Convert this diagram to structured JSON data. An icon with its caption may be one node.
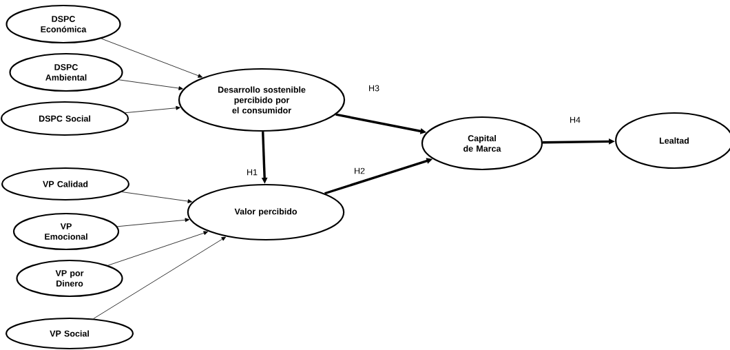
{
  "diagram": {
    "nodes": [
      {
        "text": [
          "DSPC Económica"
        ]
      },
      {
        "text": [
          "DSPC Ambiental"
        ]
      },
      {
        "text": [
          "DSPC Social"
        ]
      },
      {
        "text": [
          "Desarrollo sostenible percibido por el consumidor"
        ]
      },
      {
        "text": [
          "VP Calidad"
        ]
      },
      {
        "text": [
          "VP Emocional"
        ]
      },
      {
        "text": [
          "VP por Dinero"
        ]
      },
      {
        "text": [
          "VP Social"
        ]
      },
      {
        "text": [
          "Valor percibido"
        ]
      },
      {
        "text": [
          "Capital de Marca"
        ]
      },
      {
        "text": [
          "Lealtad"
        ]
      }
    ],
    "edges": [
      {
        "from": 0,
        "to": 3,
        "arrow": "to"
      },
      {
        "from": 1,
        "to": 3,
        "arrow": "to"
      },
      {
        "from": 2,
        "to": 3,
        "arrow": "to"
      },
      {
        "from": 3,
        "to": 8,
        "arrow": "to",
        "label": "H1",
        "style": "thick"
      },
      {
        "from": 3,
        "to": 9,
        "arrow": "to",
        "label": "H3",
        "style": "thick"
      },
      {
        "from": 8,
        "to": 9,
        "arrow": "to",
        "label": "H2",
        "style": "thick"
      },
      {
        "from": 9,
        "to": 10,
        "arrow": "to",
        "label": "H4",
        "style": "thick"
      },
      {
        "from": 4,
        "to": 8,
        "arrow": "to"
      },
      {
        "from": 5,
        "to": 8,
        "arrow": "to"
      },
      {
        "from": 6,
        "to": 8,
        "arrow": "to"
      },
      {
        "from": 7,
        "to": 8,
        "arrow": "to"
      }
    ]
  }
}
